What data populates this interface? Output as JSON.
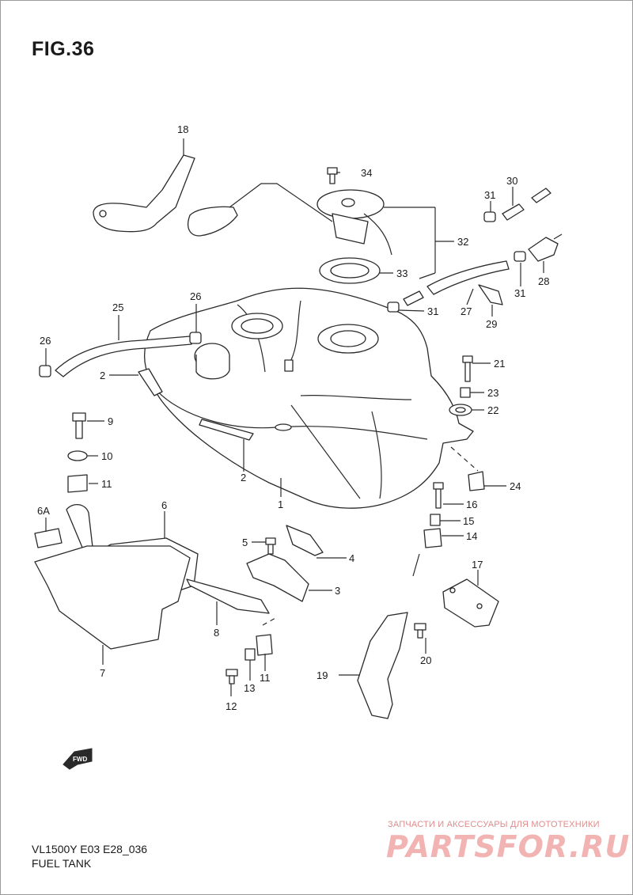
{
  "figure": {
    "title": "FIG.36"
  },
  "footer": {
    "model": "VL1500Y E03 E28_036",
    "caption": "FUEL TANK"
  },
  "watermark": {
    "tagline": "ЗАПЧАСТИ И АКСЕССУАРЫ ДЛЯ МОТОТЕХНИКИ",
    "logo": "PARTSFOR.RU"
  },
  "direction_badge": "FWD",
  "callouts": {
    "c1": "1",
    "c2a": "2",
    "c2b": "2",
    "c3": "3",
    "c4": "4",
    "c5": "5",
    "c6": "6",
    "c6a": "6A",
    "c7": "7",
    "c8": "8",
    "c9": "9",
    "c10": "10",
    "c11a": "11",
    "c11b": "11",
    "c12": "12",
    "c13": "13",
    "c14": "14",
    "c15": "15",
    "c16": "16",
    "c17": "17",
    "c18": "18",
    "c19": "19",
    "c20": "20",
    "c21": "21",
    "c22": "22",
    "c23": "23",
    "c24": "24",
    "c25": "25",
    "c26a": "26",
    "c26b": "26",
    "c27": "27",
    "c28": "28",
    "c29": "29",
    "c30": "30",
    "c31a": "31",
    "c31b": "31",
    "c31c": "31",
    "c32": "32",
    "c33": "33",
    "c34": "34"
  }
}
